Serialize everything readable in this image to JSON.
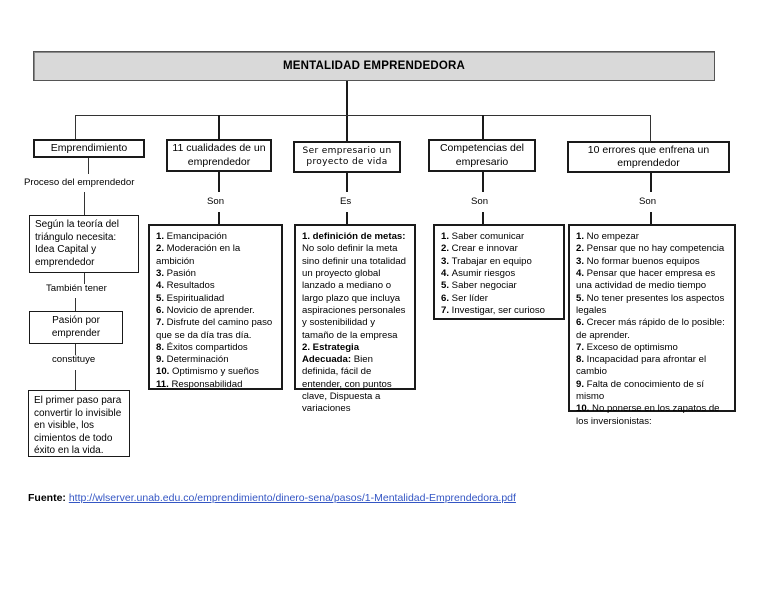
{
  "title": {
    "text": "MENTALIDAD EMPRENDEDORA"
  },
  "categories": [
    {
      "id": "emprendimiento",
      "label": "Emprendimiento"
    },
    {
      "id": "cualidades",
      "label": "11 cualidades de un emprendedor"
    },
    {
      "id": "ser-empresario",
      "label": "Ser empresario un proyecto de vida"
    },
    {
      "id": "competencias",
      "label": "Competencias del empresario"
    },
    {
      "id": "errores",
      "label": "10 errores que enfrena un emprendedor"
    }
  ],
  "edge_labels": {
    "proceso": "Proceso del emprendedor",
    "tambien_tener": "También tener",
    "constituye": "constituye",
    "son_1": "Son",
    "es": "Es",
    "son_2": "Son",
    "son_3": "Son"
  },
  "left_chain": {
    "box1": "Según la teoría del triángulo necesita: Idea Capital y emprendedor",
    "box2": "Pasión por emprender",
    "box3": "El primer paso para convertir lo invisible en visible, los cimientos de todo éxito en la vida."
  },
  "lists": {
    "cualidades": [
      {
        "n": "1.",
        "text": "Emancipación"
      },
      {
        "n": "2.",
        "text": "Moderación en la ambición"
      },
      {
        "n": "3.",
        "text": "Pasión"
      },
      {
        "n": "4.",
        "text": "Resultados"
      },
      {
        "n": "5.",
        "text": "Espiritualidad"
      },
      {
        "n": "6.",
        "text": "Novicio de aprender."
      },
      {
        "n": "7.",
        "text": "Disfrute del camino paso que se da día tras día."
      },
      {
        "n": "8.",
        "text": "Éxitos compartidos"
      },
      {
        "n": "9.",
        "text": "Determinación"
      },
      {
        "n": "10.",
        "text": "Optimismo y sueños"
      },
      {
        "n": "11.",
        "text": "Responsabilidad"
      }
    ],
    "ser_empresario": [
      {
        "n": "1.",
        "head": "definición de metas:",
        "text": "No solo definir la meta sino definir una totalidad un proyecto global lanzado a mediano o largo plazo que incluya aspiraciones personales y sostenibilidad y tamaño de la empresa"
      },
      {
        "n": "2.",
        "head": "Estrategia Adecuada:",
        "text": "Bien definida, fácil de entender, con puntos clave, Dispuesta a variaciones"
      }
    ],
    "competencias": [
      {
        "n": "1.",
        "text": "Saber comunicar"
      },
      {
        "n": "2.",
        "text": "Crear e innovar"
      },
      {
        "n": "3.",
        "text": "Trabajar en equipo"
      },
      {
        "n": "4.",
        "text": "Asumir riesgos"
      },
      {
        "n": "5.",
        "text": "Saber negociar"
      },
      {
        "n": "6.",
        "text": "Ser líder"
      },
      {
        "n": "7.",
        "text": "Investigar, ser curioso"
      }
    ],
    "errores": [
      {
        "n": "1.",
        "text": "No empezar"
      },
      {
        "n": "2.",
        "text": "Pensar que no hay competencia"
      },
      {
        "n": "3.",
        "text": "No formar buenos equipos"
      },
      {
        "n": "4.",
        "text": "Pensar que hacer empresa es una actividad de medio tiempo"
      },
      {
        "n": "5.",
        "text": "No tener presentes los aspectos legales"
      },
      {
        "n": "6.",
        "text": "Crecer más rápido de lo posible: de aprender."
      },
      {
        "n": "7.",
        "text": "Exceso de optimismo"
      },
      {
        "n": "8.",
        "text": "Incapacidad para afrontar el cambio"
      },
      {
        "n": "9.",
        "text": "Falta de conocimiento de sí mismo"
      },
      {
        "n": "10.",
        "text": "No ponerse en los zapatos de los inversionistas:"
      }
    ]
  },
  "footer": {
    "label": "Fuente:",
    "url": "http://wlserver.unab.edu.co/emprendimiento/dinero-sena/pasos/1-Mentalidad-Emprendedora.pdf"
  },
  "colors": {
    "title_fill": "#d9d9d9",
    "border": "#1a1a1a",
    "link": "#3456c4",
    "background": "#ffffff"
  }
}
